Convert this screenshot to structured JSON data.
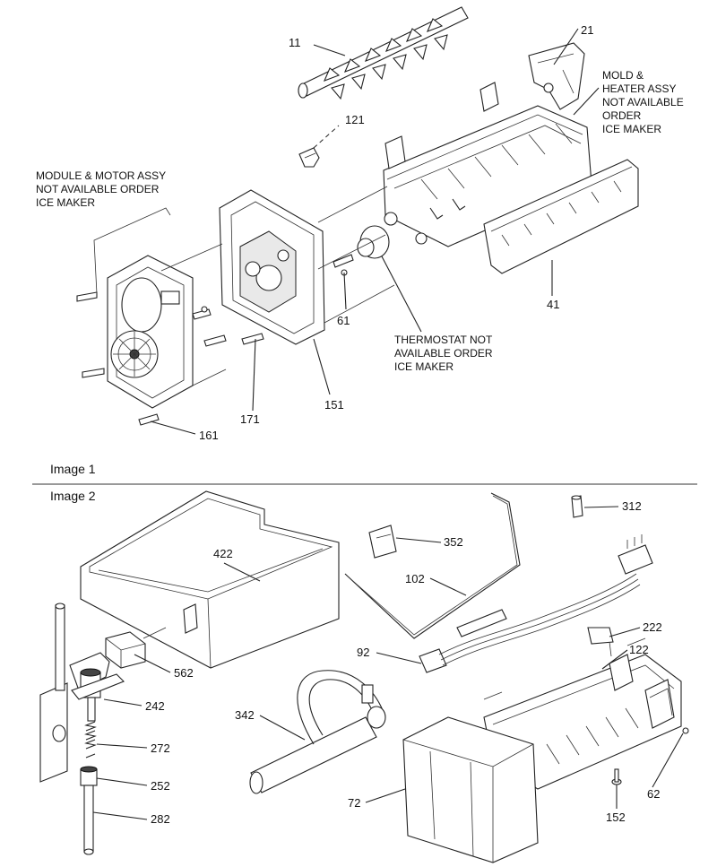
{
  "image1": {
    "caption": "Image 1",
    "callouts": [
      "11",
      "21",
      "121",
      "41",
      "61",
      "151",
      "171",
      "161"
    ],
    "notes": {
      "mold_heater": [
        "MOLD &",
        "HEATER ASSY",
        "NOT AVAILABLE",
        "ORDER",
        "ICE MAKER"
      ],
      "module_motor": [
        "MODULE & MOTOR ASSY",
        "NOT AVAILABLE ORDER",
        "ICE MAKER"
      ],
      "thermostat": [
        "THERMOSTAT NOT",
        "AVAILABLE ORDER",
        "ICE MAKER"
      ]
    }
  },
  "image2": {
    "caption": "Image 2",
    "callouts": [
      "312",
      "352",
      "422",
      "102",
      "222",
      "92",
      "122",
      "562",
      "242",
      "342",
      "272",
      "252",
      "72",
      "62",
      "152",
      "282"
    ]
  }
}
